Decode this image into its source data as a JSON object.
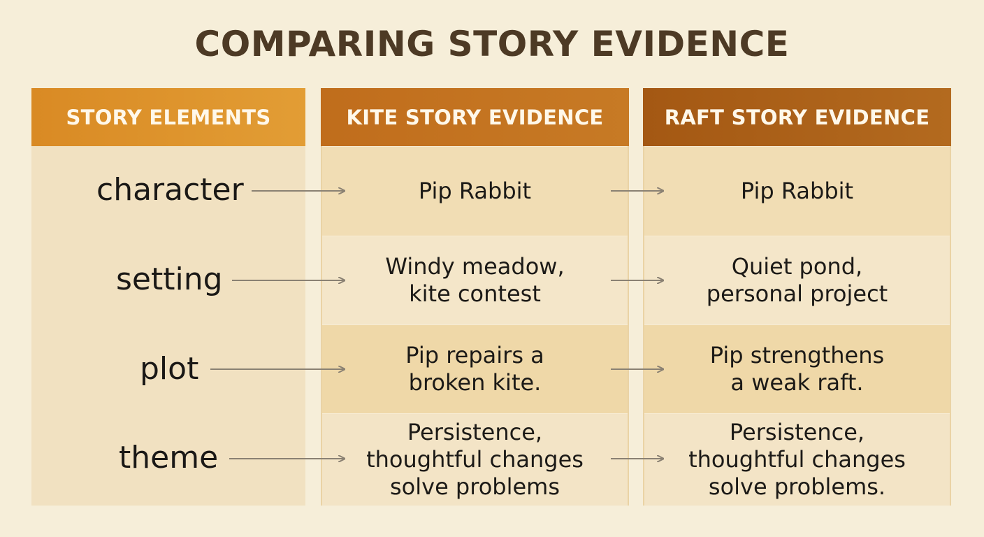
{
  "title": "COMPARING STORY EVIDENCE",
  "headers": {
    "elements": "STORY ELEMENTS",
    "kite": "KITE STORY EVIDENCE",
    "raft": "RAFT STORY EVIDENCE"
  },
  "rows": [
    {
      "element": "character",
      "kite": [
        "Pip Rabbit"
      ],
      "raft": [
        "Pip Rabbit"
      ]
    },
    {
      "element": "setting",
      "kite": [
        "Windy meadow,",
        "kite contest"
      ],
      "raft": [
        "Quiet pond,",
        "personal project"
      ]
    },
    {
      "element": "plot",
      "kite": [
        "Pip repairs a",
        "broken kite."
      ],
      "raft": [
        "Pip strengthens",
        "a weak raft."
      ]
    },
    {
      "element": "theme",
      "kite": [
        "Persistence,",
        "thoughtful changes",
        "solve problems"
      ],
      "raft": [
        "Persistence,",
        "thoughtful changes",
        "solve problems."
      ]
    }
  ],
  "colors": {
    "background": "#f6eed9",
    "title": "#4d3a25",
    "header_left": "#dd922c",
    "header_kite": "#c3731f",
    "header_raft": "#ab6119",
    "arrow": "#8a8173"
  }
}
